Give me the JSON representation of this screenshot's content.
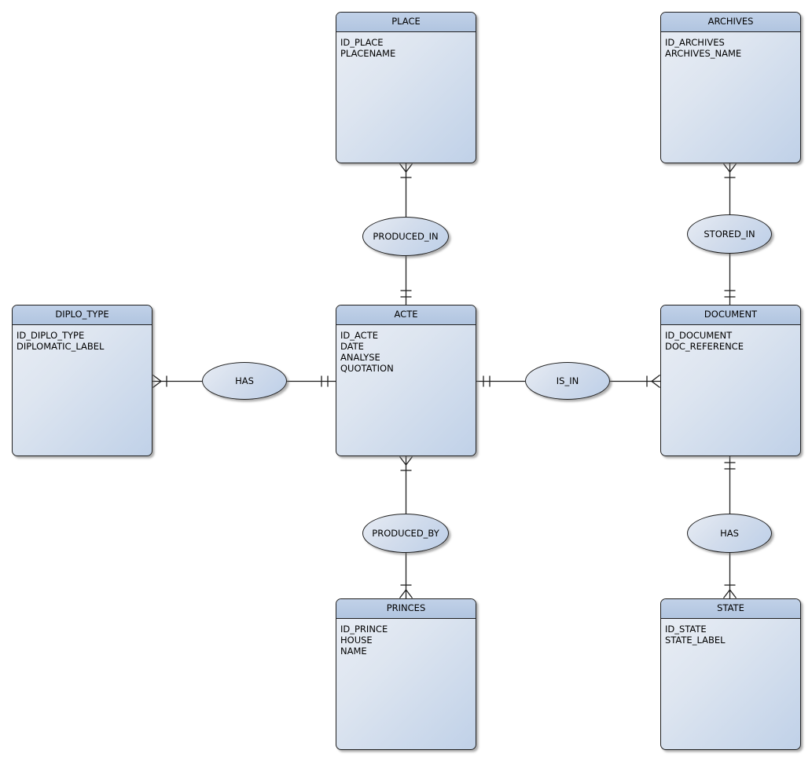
{
  "entities": [
    {
      "id": "place",
      "title": "PLACE",
      "attributes": [
        "ID_PLACE",
        "PLACENAME"
      ]
    },
    {
      "id": "archives",
      "title": "ARCHIVES",
      "attributes": [
        "ID_ARCHIVES",
        "ARCHIVES_NAME"
      ]
    },
    {
      "id": "diplo_type",
      "title": "DIPLO_TYPE",
      "attributes": [
        "ID_DIPLO_TYPE",
        "DIPLOMATIC_LABEL"
      ]
    },
    {
      "id": "acte",
      "title": "ACTE",
      "attributes": [
        "ID_ACTE",
        "DATE",
        "ANALYSE",
        "QUOTATION"
      ]
    },
    {
      "id": "document",
      "title": "DOCUMENT",
      "attributes": [
        "ID_DOCUMENT",
        "DOC_REFERENCE"
      ]
    },
    {
      "id": "princes",
      "title": "PRINCES",
      "attributes": [
        "ID_PRINCE",
        "HOUSE",
        "NAME"
      ]
    },
    {
      "id": "state",
      "title": "STATE",
      "attributes": [
        "ID_STATE",
        "STATE_LABEL"
      ]
    }
  ],
  "relationships": [
    {
      "label": "PRODUCED_IN",
      "entity_a": "PLACE",
      "marker_a": "crow-foot-with-tick",
      "entity_b": "ACTE",
      "marker_b": "double-tick"
    },
    {
      "label": "STORED_IN",
      "entity_a": "ARCHIVES",
      "marker_a": "crow-foot-with-tick",
      "entity_b": "DOCUMENT",
      "marker_b": "double-tick"
    },
    {
      "label": "HAS",
      "entity_a": "DIPLO_TYPE",
      "marker_a": "crow-foot-with-tick",
      "entity_b": "ACTE",
      "marker_b": "double-tick"
    },
    {
      "label": "IS_IN",
      "entity_a": "ACTE",
      "marker_a": "double-tick",
      "entity_b": "DOCUMENT",
      "marker_b": "crow-foot-with-tick"
    },
    {
      "label": "PRODUCED_BY",
      "entity_a": "ACTE",
      "marker_a": "crow-foot-with-tick",
      "entity_b": "PRINCES",
      "marker_b": "tick-with-crow-foot"
    },
    {
      "label": "HAS",
      "entity_a": "DOCUMENT",
      "marker_a": "double-tick",
      "entity_b": "STATE",
      "marker_b": "tick-with-crow-foot"
    }
  ],
  "colors": {
    "entity_header": "#b6c8e2",
    "entity_body_light": "#eaeef5",
    "entity_body_dark": "#c0d1e8",
    "border": "#1f1f1f",
    "background": "#ffffff"
  }
}
